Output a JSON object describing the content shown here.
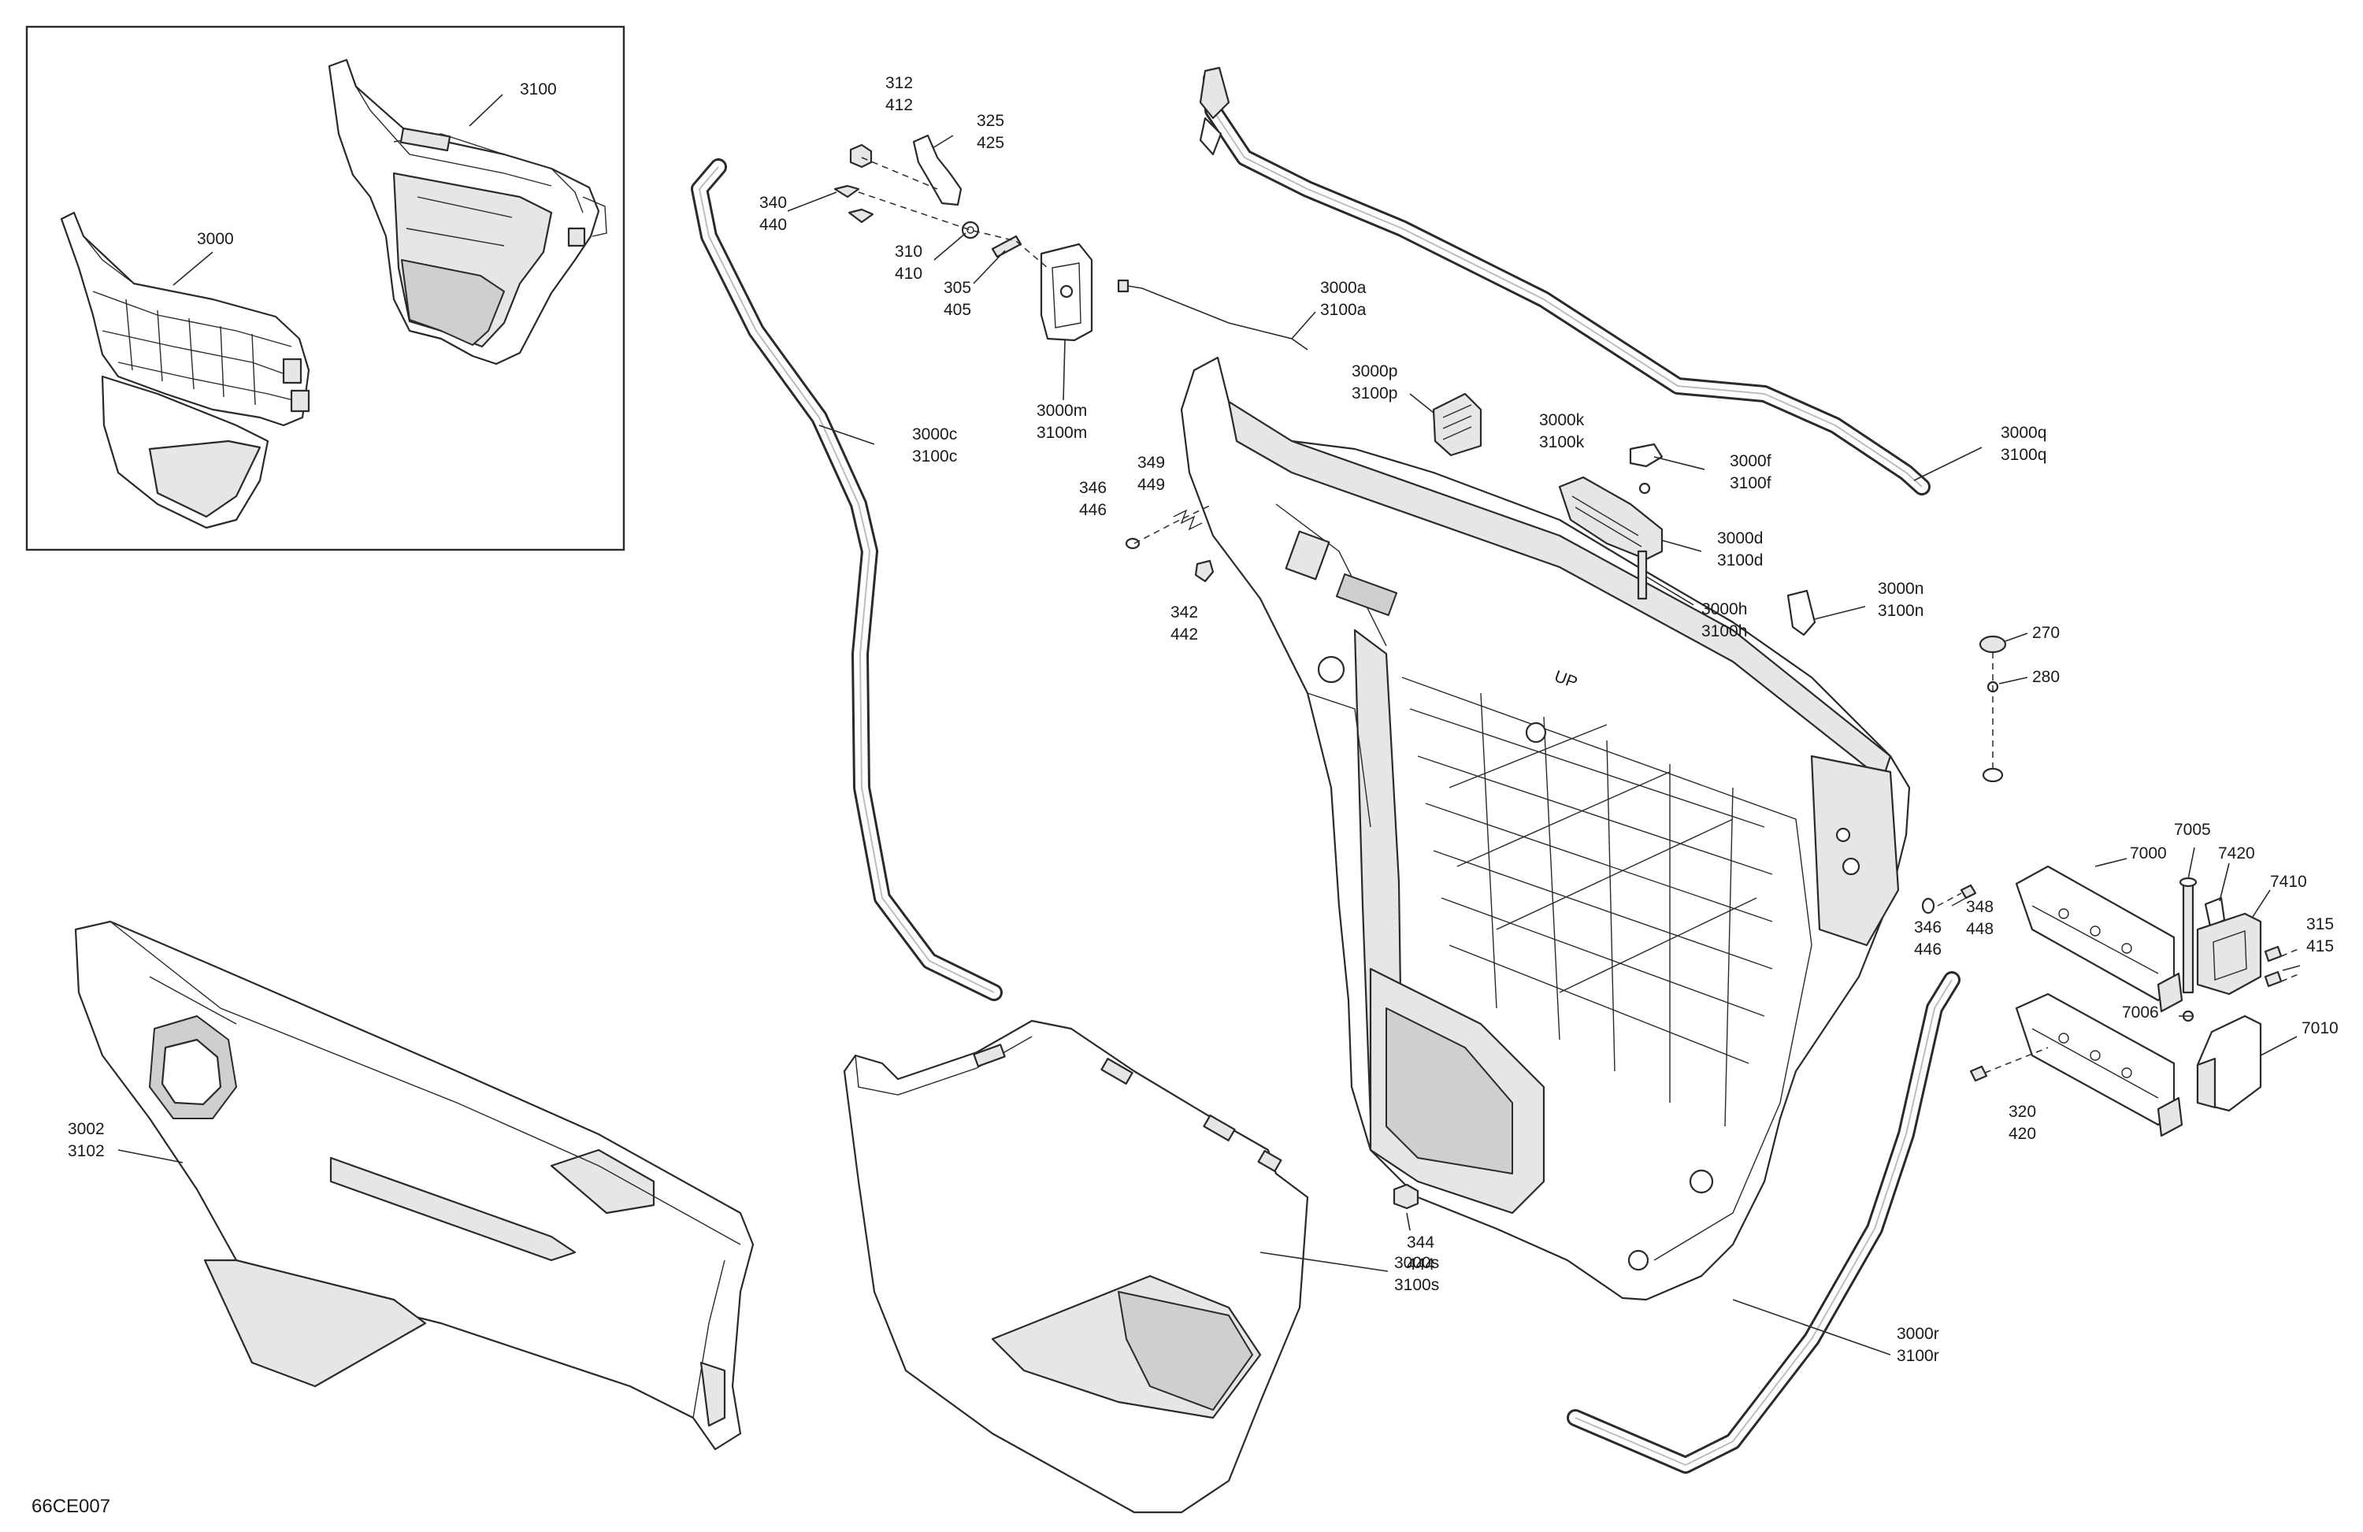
{
  "figure_code": "66CE007",
  "inset_labels": [
    {
      "id": "inset-3100",
      "lines": [
        "3100"
      ]
    },
    {
      "id": "inset-3000",
      "lines": [
        "3000"
      ]
    }
  ],
  "callouts": [
    {
      "id": "c-312",
      "lines": [
        "312",
        "412"
      ]
    },
    {
      "id": "c-325",
      "lines": [
        "325",
        "425"
      ]
    },
    {
      "id": "c-340",
      "lines": [
        "340",
        "440"
      ]
    },
    {
      "id": "c-310",
      "lines": [
        "310",
        "410"
      ]
    },
    {
      "id": "c-305",
      "lines": [
        "305",
        "405"
      ]
    },
    {
      "id": "c-3000a",
      "lines": [
        "3000a",
        "3100a"
      ]
    },
    {
      "id": "c-3000m",
      "lines": [
        "3000m",
        "3100m"
      ]
    },
    {
      "id": "c-3000c",
      "lines": [
        "3000c",
        "3100c"
      ]
    },
    {
      "id": "c-3000p",
      "lines": [
        "3000p",
        "3100p"
      ]
    },
    {
      "id": "c-3000k",
      "lines": [
        "3000k",
        "3100k"
      ]
    },
    {
      "id": "c-3000f",
      "lines": [
        "3000f",
        "3100f"
      ]
    },
    {
      "id": "c-3000q",
      "lines": [
        "3000q",
        "3100q"
      ]
    },
    {
      "id": "c-349",
      "lines": [
        "349",
        "449"
      ]
    },
    {
      "id": "c-346a",
      "lines": [
        "346",
        "446"
      ]
    },
    {
      "id": "c-342",
      "lines": [
        "342",
        "442"
      ]
    },
    {
      "id": "c-3000d",
      "lines": [
        "3000d",
        "3100d"
      ]
    },
    {
      "id": "c-3000h",
      "lines": [
        "3000h",
        "3100h"
      ]
    },
    {
      "id": "c-3000n",
      "lines": [
        "3000n",
        "3100n"
      ]
    },
    {
      "id": "c-270",
      "lines": [
        "270"
      ]
    },
    {
      "id": "c-280",
      "lines": [
        "280"
      ]
    },
    {
      "id": "c-7000",
      "lines": [
        "7000"
      ]
    },
    {
      "id": "c-7005",
      "lines": [
        "7005"
      ]
    },
    {
      "id": "c-7420",
      "lines": [
        "7420"
      ]
    },
    {
      "id": "c-7410",
      "lines": [
        "7410"
      ]
    },
    {
      "id": "c-315",
      "lines": [
        "315",
        "415"
      ]
    },
    {
      "id": "c-348",
      "lines": [
        "348",
        "448"
      ]
    },
    {
      "id": "c-346b",
      "lines": [
        "346",
        "446"
      ]
    },
    {
      "id": "c-7006",
      "lines": [
        "7006"
      ]
    },
    {
      "id": "c-7010",
      "lines": [
        "7010"
      ]
    },
    {
      "id": "c-320",
      "lines": [
        "320",
        "420"
      ]
    },
    {
      "id": "c-3002",
      "lines": [
        "3002",
        "3102"
      ]
    },
    {
      "id": "c-344",
      "lines": [
        "344",
        "444"
      ]
    },
    {
      "id": "c-3000s",
      "lines": [
        "3000s",
        "3100s"
      ]
    },
    {
      "id": "c-3000r",
      "lines": [
        "3000r",
        "3100r"
      ]
    }
  ]
}
